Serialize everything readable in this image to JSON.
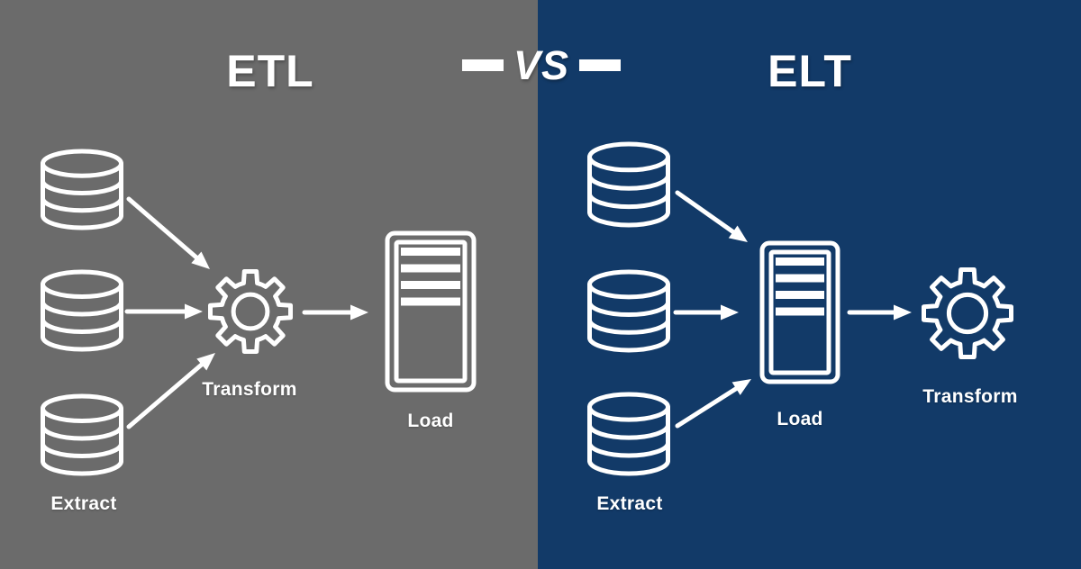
{
  "header": {
    "left_title": "ETL",
    "vs_label": "VS",
    "right_title": "ELT"
  },
  "etl": {
    "extract_label": "Extract",
    "transform_label": "Transform",
    "load_label": "Load"
  },
  "elt": {
    "extract_label": "Extract",
    "load_label": "Load",
    "transform_label": "Transform"
  },
  "colors": {
    "left_bg": "#6b6b6b",
    "right_bg": "#123a68",
    "foreground": "#ffffff"
  },
  "icons": {
    "database": "database-icon",
    "transform": "gear-icon",
    "load": "server-icon",
    "flow": "arrow-icon"
  }
}
